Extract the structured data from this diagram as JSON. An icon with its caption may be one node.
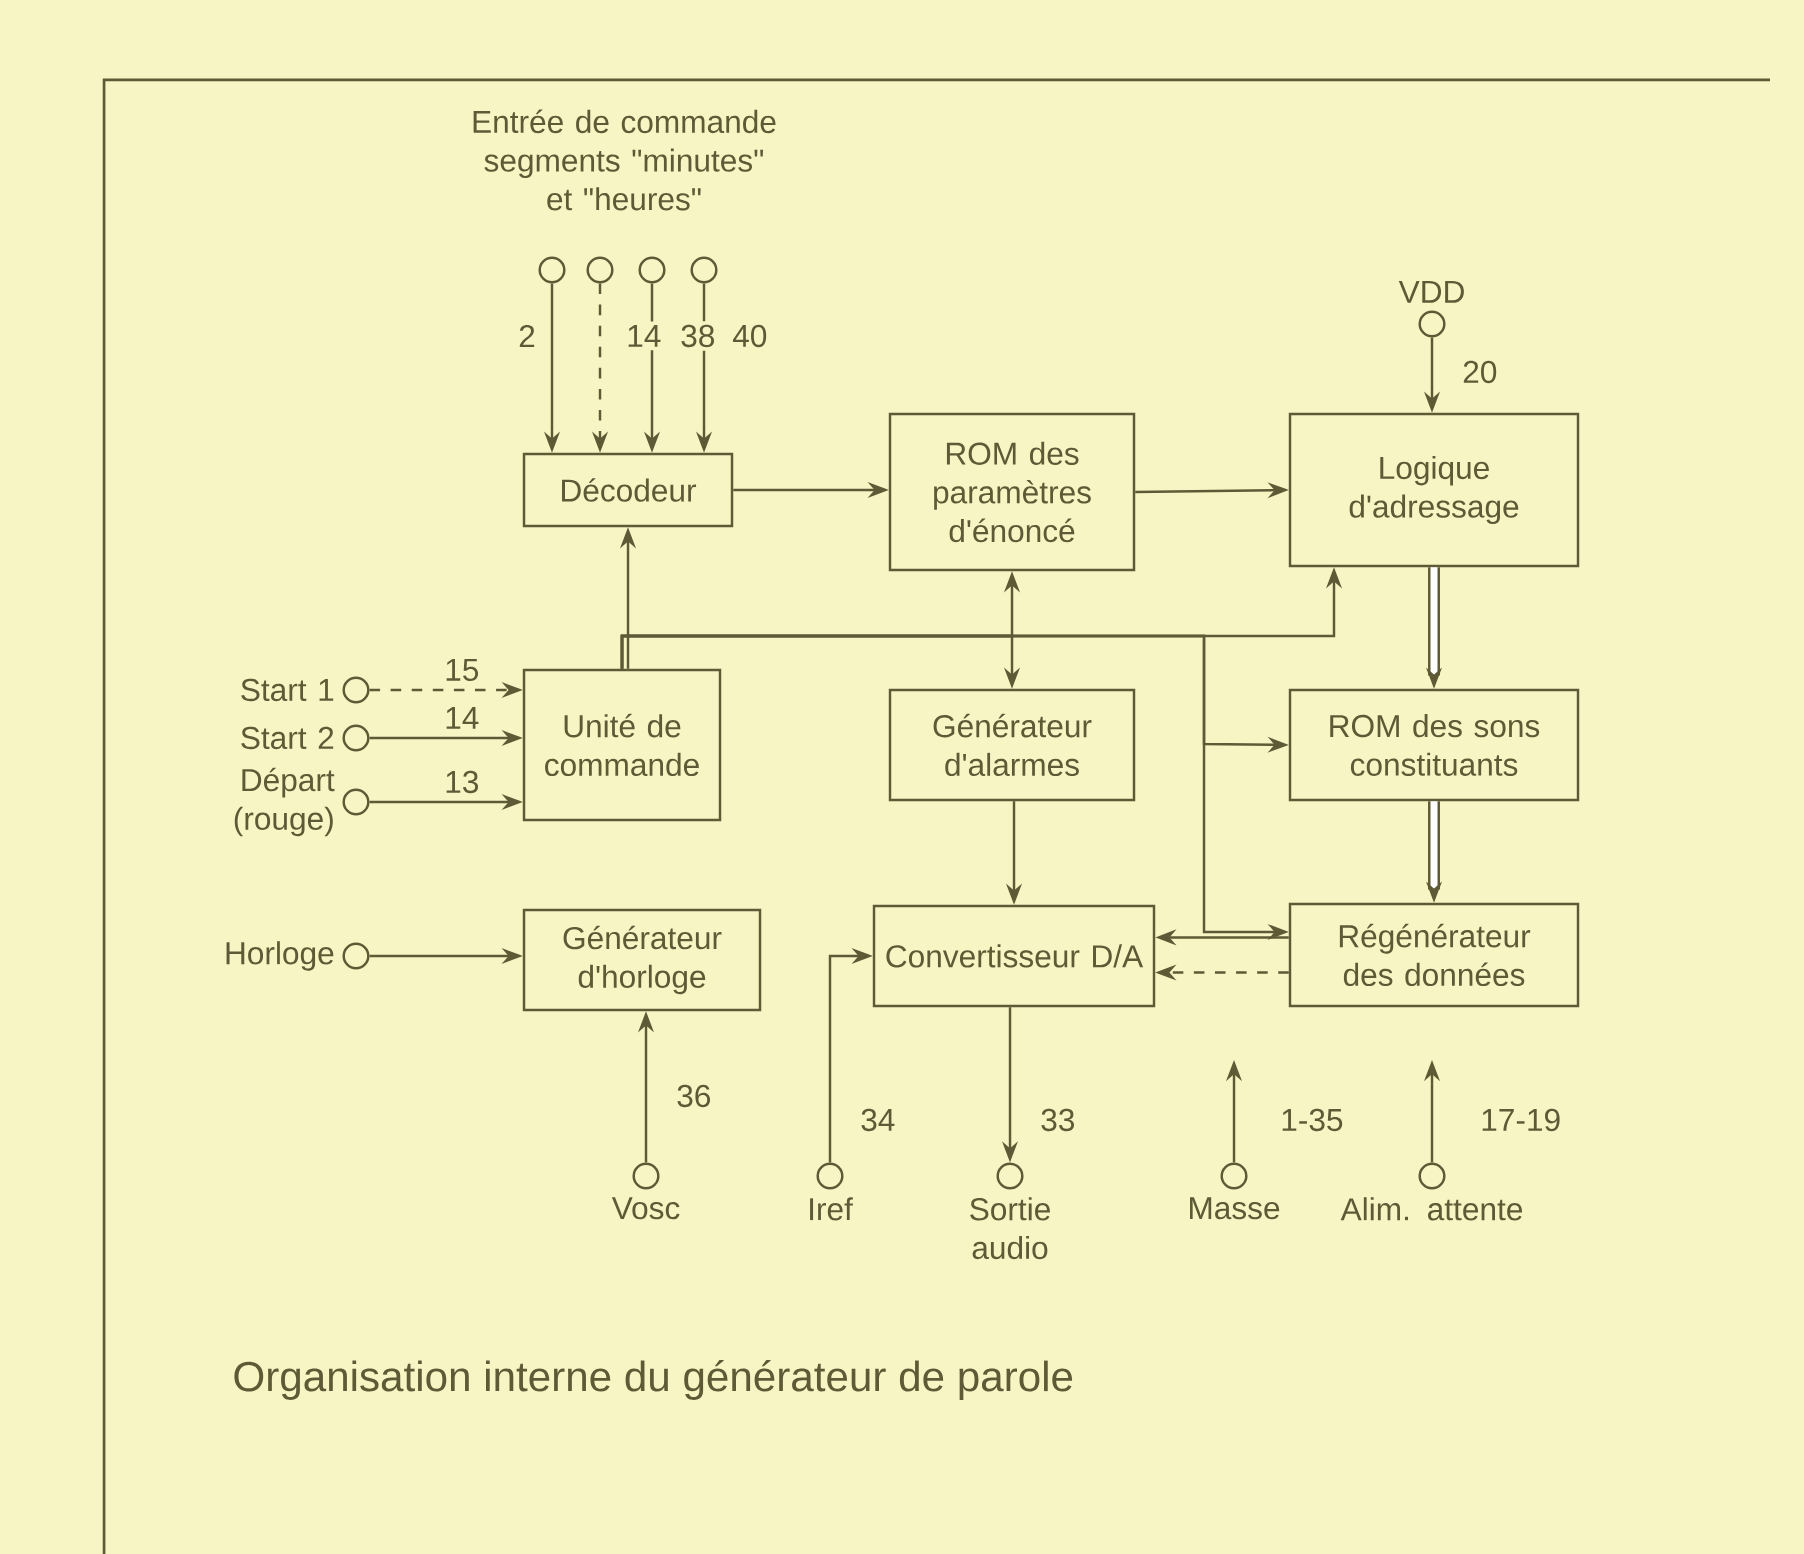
{
  "diagram": {
    "caption": "Organisation interne du générateur de parole",
    "nodes": [
      {
        "text": [
          "Décodeur"
        ]
      },
      {
        "text": [
          "ROM des paramètres d'énoncé"
        ]
      },
      {
        "text": [
          "Logique d'adressage"
        ]
      },
      {
        "text": [
          "Unité de commande"
        ]
      },
      {
        "text": [
          "Générateur d'alarmes"
        ]
      },
      {
        "text": [
          "ROM des sons constituants"
        ]
      },
      {
        "text": [
          "Générateur d'horloge"
        ]
      },
      {
        "text": [
          "Convertisseur D/A"
        ]
      },
      {
        "text": [
          "Régénérateur des données"
        ]
      },
      {
        "text": [],
        "shape": "circle"
      },
      {
        "text": [],
        "shape": "circle"
      },
      {
        "text": [],
        "shape": "circle"
      },
      {
        "text": [],
        "shape": "circle"
      },
      {
        "text": [
          "VDD"
        ]
      },
      {
        "text": [
          "Start 1"
        ]
      },
      {
        "text": [
          "Start 2"
        ]
      },
      {
        "text": [
          "Départ (rouge)"
        ]
      },
      {
        "text": [
          "Horloge"
        ]
      },
      {
        "text": [
          "Vosc"
        ]
      },
      {
        "text": [
          "Iref"
        ]
      },
      {
        "text": [
          "Sortie audio"
        ]
      },
      {
        "text": [
          "Masse"
        ]
      },
      {
        "text": [
          "Alim. attente"
        ]
      }
    ],
    "edges": [
      {
        "from": 9,
        "to": 0,
        "arrow": "to",
        "label": "2"
      },
      {
        "from": 10,
        "to": 0,
        "arrow": "to",
        "label": "14",
        "style": "dashed"
      },
      {
        "from": 11,
        "to": 0,
        "arrow": "to",
        "label": "38"
      },
      {
        "from": 12,
        "to": 0,
        "arrow": "to",
        "label": "40"
      },
      {
        "from": 13,
        "to": 2,
        "arrow": "to",
        "label": "20"
      },
      {
        "from": 14,
        "to": 3,
        "arrow": "to",
        "label": "15",
        "style": "dashed"
      },
      {
        "from": 15,
        "to": 3,
        "arrow": "to",
        "label": "14"
      },
      {
        "from": 16,
        "to": 3,
        "arrow": "to",
        "label": "13"
      },
      {
        "from": 17,
        "to": 6,
        "arrow": "to"
      },
      {
        "from": 18,
        "to": 6,
        "arrow": "to",
        "label": "36"
      },
      {
        "from": 19,
        "to": 7,
        "arrow": "to",
        "label": "34"
      },
      {
        "from": 7,
        "to": 20,
        "arrow": "to",
        "label": "33"
      },
      {
        "from": 21,
        "to": null,
        "arrow": "to",
        "label": "1-35"
      },
      {
        "from": 22,
        "to": null,
        "arrow": "to",
        "label": "17-19"
      },
      {
        "from": 0,
        "to": 1,
        "arrow": "to"
      },
      {
        "from": 1,
        "to": 2,
        "arrow": "to"
      },
      {
        "from": 2,
        "to": 5,
        "arrow": "to",
        "style": "thick"
      },
      {
        "from": 5,
        "to": 8,
        "arrow": "to",
        "style": "thick"
      },
      {
        "from": 8,
        "to": 7,
        "arrow": "to"
      },
      {
        "from": 8,
        "to": 7,
        "arrow": "to",
        "style": "dashed"
      },
      {
        "from": 4,
        "to": 7,
        "arrow": "to"
      },
      {
        "from": 3,
        "to": 0,
        "arrow": "to"
      },
      {
        "from": 3,
        "to": 1,
        "arrow": "to"
      },
      {
        "from": 3,
        "to": 4,
        "arrow": "to"
      },
      {
        "from": 3,
        "to": 2,
        "arrow": "to"
      },
      {
        "from": 3,
        "to": 5,
        "arrow": "to"
      },
      {
        "from": 3,
        "to": 8,
        "arrow": "to"
      }
    ],
    "labels": [
      "Entrée de commande segments \"minutes\" et \"heures\""
    ]
  }
}
